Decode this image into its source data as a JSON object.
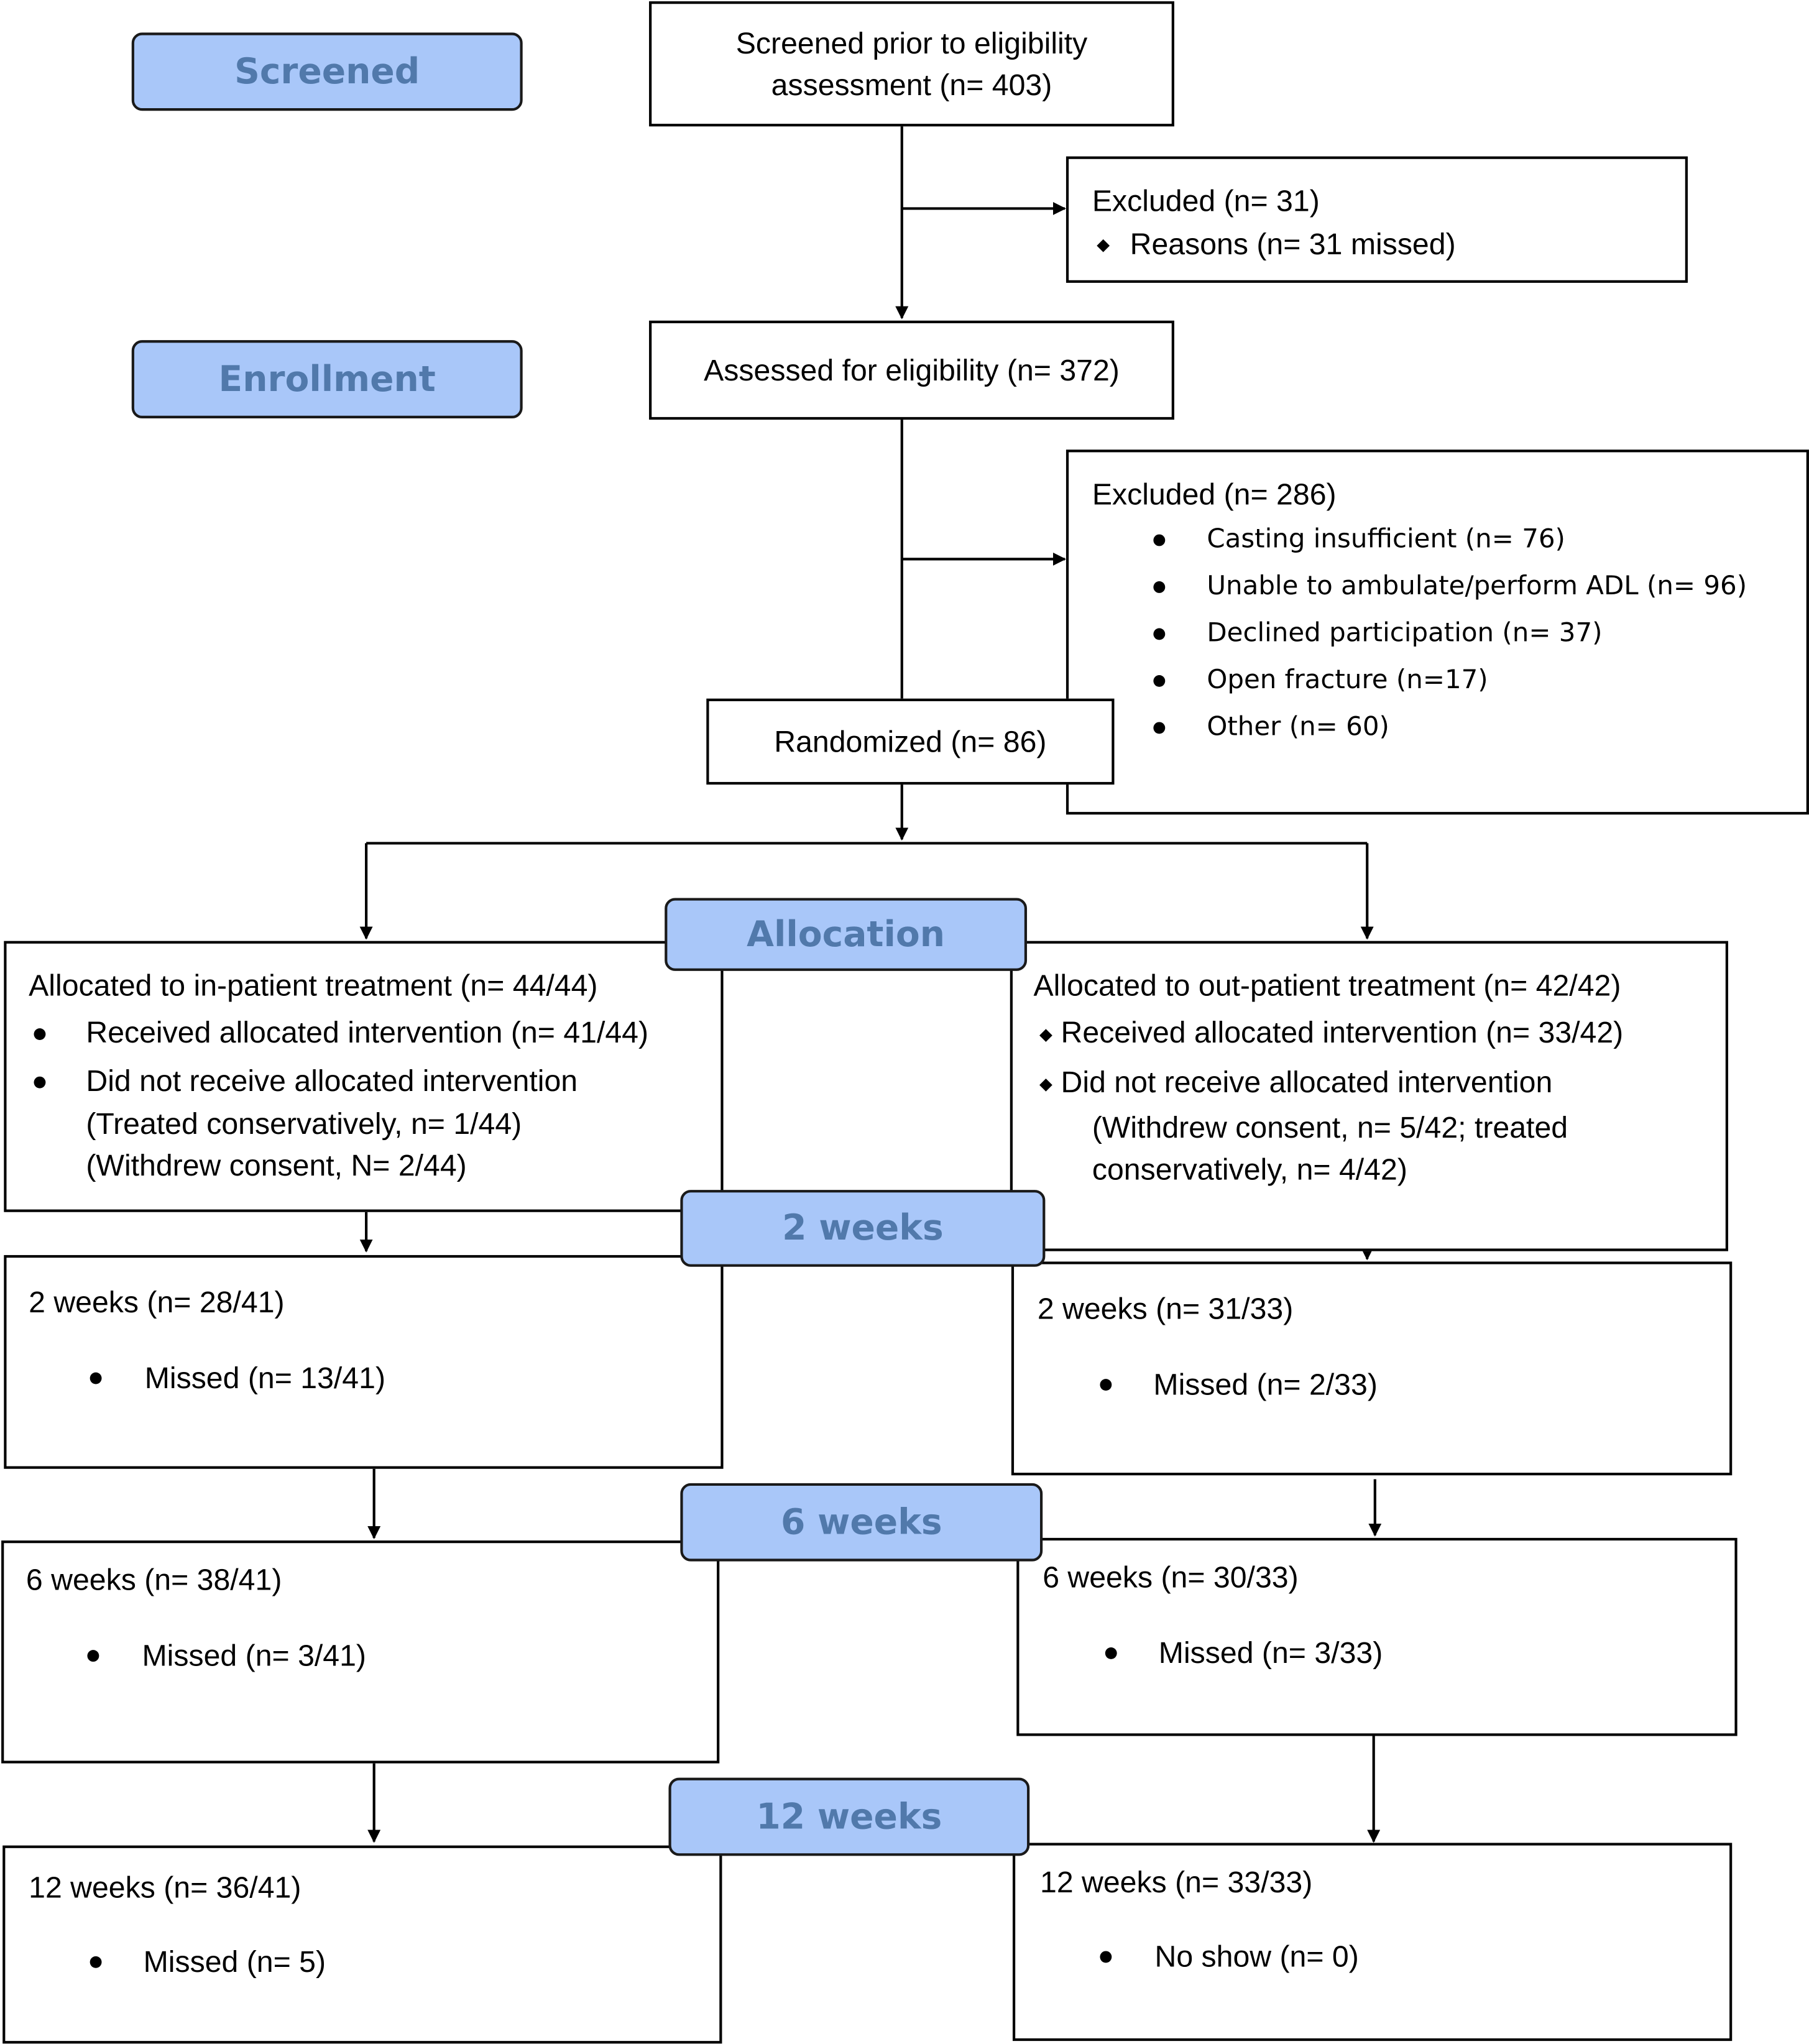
{
  "stages": {
    "screened": "Screened",
    "enrollment": "Enrollment",
    "allocation": "Allocation",
    "week2": "2 weeks",
    "week6": "6 weeks",
    "week12": "12 weeks"
  },
  "screened_box": {
    "line1": "Screened prior to eligibility",
    "line2": "assessment (n= 403)"
  },
  "excluded1": {
    "title": "Excluded  (n= 31)",
    "reason": "Reasons (n= 31 missed)"
  },
  "assessed": "Assessed for eligibility (n= 372)",
  "excluded2": {
    "title": "Excluded  (n= 286)",
    "items": [
      "Casting insufficient (n= 76)",
      "Unable to ambulate/perform ADL (n= 96)",
      "Declined participation (n= 37)",
      "Open fracture (n=17)",
      "Other (n= 60)"
    ]
  },
  "randomized": "Randomized (n= 86)",
  "inpatient": {
    "title": "Allocated to in-patient treatment (n= 44/44)",
    "received": "Received allocated intervention (n= 41/44)",
    "not_received": "Did not receive allocated intervention",
    "detail1": "(Treated conservatively, n= 1/44)",
    "detail2": "(Withdrew consent, N= 2/44)"
  },
  "outpatient": {
    "title": "Allocated to out-patient treatment (n= 42/42)",
    "received": "Received allocated intervention (n= 33/42)",
    "not_received": "Did not receive allocated intervention",
    "detail1": "(Withdrew consent, n= 5/42; treated",
    "detail2": "conservatively, n= 4/42)"
  },
  "in_w2": {
    "title": "2 weeks (n= 28/41)",
    "item": "Missed (n= 13/41)"
  },
  "out_w2": {
    "title": "2 weeks (n= 31/33)",
    "item": "Missed (n= 2/33)"
  },
  "in_w6": {
    "title": "6 weeks (n= 38/41)",
    "item": "Missed (n= 3/41)"
  },
  "out_w6": {
    "title": "6 weeks (n= 30/33)",
    "item": "Missed (n= 3/33)"
  },
  "in_w12": {
    "title": "12 weeks (n= 36/41)",
    "item": "Missed (n= 5)"
  },
  "out_w12": {
    "title": "12 weeks (n= 33/33)",
    "item": "No show (n= 0)"
  }
}
